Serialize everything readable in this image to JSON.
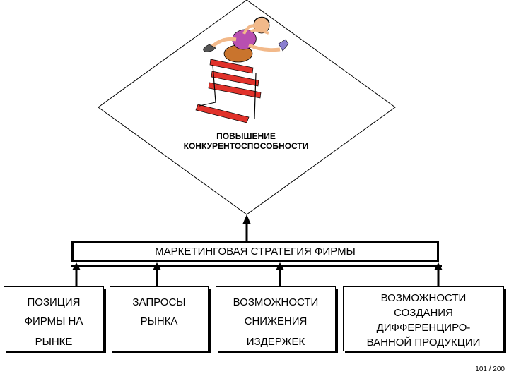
{
  "diamond": {
    "line1": "ПОВЫШЕНИЕ",
    "line2": "КОНКУРЕНТОСПОСОБНОСТИ"
  },
  "strategy": {
    "label": "МАРКЕТИНГОВАЯ СТРАТЕГИЯ ФИРМЫ"
  },
  "boxes": [
    {
      "lines": [
        "ПОЗИЦИЯ",
        "ФИРМЫ НА",
        "РЫНКЕ"
      ]
    },
    {
      "lines": [
        "ЗАПРОСЫ",
        "РЫНКА"
      ]
    },
    {
      "lines": [
        "ВОЗМОЖНОСТИ",
        "СНИЖЕНИЯ",
        "ИЗДЕРЖЕК"
      ]
    },
    {
      "lines": [
        "ВОЗМОЖНОСТИ",
        "СОЗДАНИЯ",
        "ДИФФЕРЕНЦИРО-",
        "ВАННОЙ ПРОДУКЦИИ"
      ]
    }
  ],
  "footer": {
    "page": "101 / 200"
  },
  "colors": {
    "hurdle": "#e0322b",
    "runner_shirt": "#b84fb0",
    "runner_skin": "#f2b98a"
  },
  "illustration": "hurdle-runner-icon"
}
